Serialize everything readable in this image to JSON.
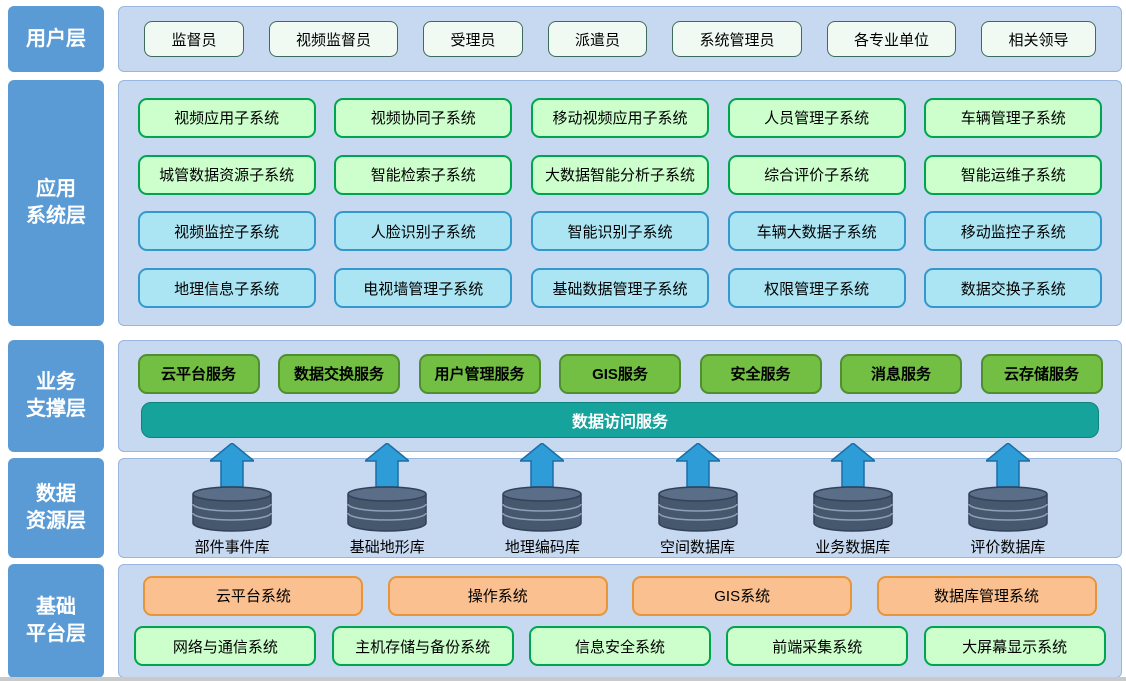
{
  "layers": {
    "user": {
      "label_lines": [
        "用户层"
      ],
      "items": [
        "监督员",
        "视频监督员",
        "受理员",
        "派遣员",
        "系统管理员",
        "各专业单位",
        "相关领导"
      ]
    },
    "app": {
      "label_lines": [
        "应用",
        "系统层"
      ],
      "rows_green": [
        [
          "视频应用子系统",
          "视频协同子系统",
          "移动视频应用子系统",
          "人员管理子系统",
          "车辆管理子系统"
        ],
        [
          "城管数据资源子系统",
          "智能检索子系统",
          "大数据智能分析子系统",
          "综合评价子系统",
          "智能运维子系统"
        ]
      ],
      "rows_cyan": [
        [
          "视频监控子系统",
          "人脸识别子系统",
          "智能识别子系统",
          "车辆大数据子系统",
          "移动监控子系统"
        ],
        [
          "地理信息子系统",
          "电视墙管理子系统",
          "基础数据管理子系统",
          "权限管理子系统",
          "数据交换子系统"
        ]
      ]
    },
    "support": {
      "label_lines": [
        "业务",
        "支撑层"
      ],
      "services": [
        "云平台服务",
        "数据交换服务",
        "用户管理服务",
        "GIS服务",
        "安全服务",
        "消息服务",
        "云存储服务"
      ],
      "data_access_bar": "数据访问服务"
    },
    "data": {
      "label_lines": [
        "数据",
        "资源层"
      ],
      "databases": [
        "部件事件库",
        "基础地形库",
        "地理编码库",
        "空间数据库",
        "业务数据库",
        "评价数据库"
      ]
    },
    "platform": {
      "label_lines": [
        "基础",
        "平台层"
      ],
      "row_orange": [
        "云平台系统",
        "操作系统",
        "GIS系统",
        "数据库管理系统"
      ],
      "row_green": [
        "网络与通信系统",
        "主机存储与备份系统",
        "信息安全系统",
        "前端采集系统",
        "大屏幕显示系统"
      ]
    }
  },
  "colors": {
    "layer_label_bg": "#5B9BD5",
    "panel_bg": "#C6D9F0",
    "green_box_bg": "#CCFFCC",
    "green_box_border": "#00A550",
    "cyan_box_bg": "#ABE5F3",
    "cyan_box_border": "#3399CC",
    "service_bg": "#72BF44",
    "teal_bar_bg": "#16A39B",
    "orange_bg": "#FAC08F",
    "db_fill": "#46586E",
    "arrow_fill": "#2E9CD6"
  }
}
